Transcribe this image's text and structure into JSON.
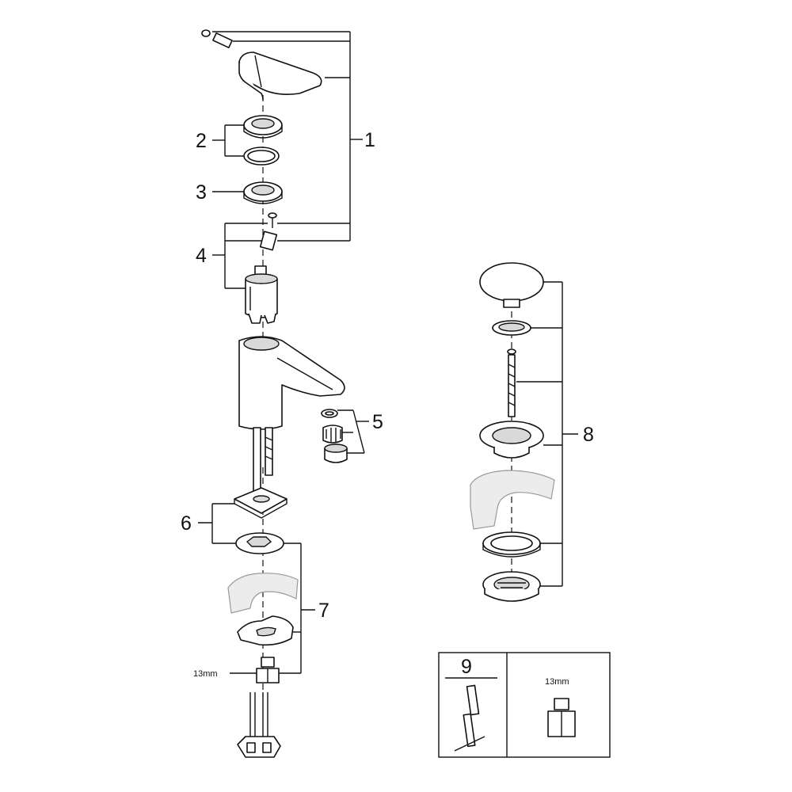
{
  "callouts": {
    "c1": "1",
    "c2": "2",
    "c3": "3",
    "c4": "4",
    "c5": "5",
    "c6": "6",
    "c7": "7",
    "c8": "8",
    "c9": "9"
  },
  "dimensions": {
    "nut_size_main": "13mm",
    "nut_size_box": "13mm"
  },
  "colors": {
    "line": "#111111",
    "ghost_fill": "#ececec"
  }
}
